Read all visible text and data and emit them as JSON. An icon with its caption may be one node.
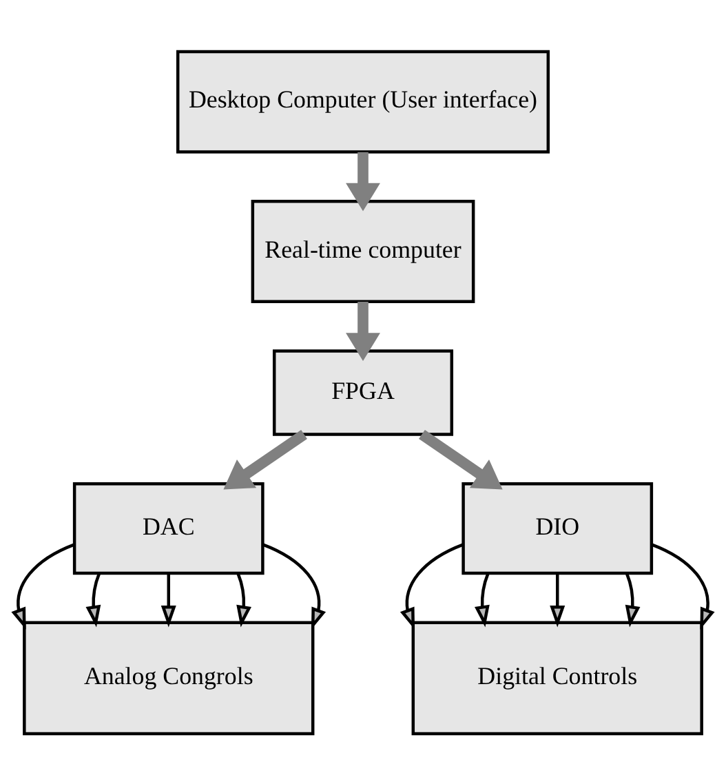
{
  "diagram": {
    "nodes": [
      {
        "text": [
          "Desktop Computer (User interface)"
        ]
      },
      {
        "text": [
          "Real-time computer"
        ]
      },
      {
        "text": [
          "FPGA"
        ]
      },
      {
        "text": [
          "DAC"
        ]
      },
      {
        "text": [
          "DIO"
        ]
      },
      {
        "text": [
          "Analog Congrols"
        ]
      },
      {
        "text": [
          "Digital Controls"
        ]
      }
    ],
    "edges": [
      {
        "from": 0,
        "to": 1,
        "arrow": "to",
        "style": "thick",
        "color": "#808080"
      },
      {
        "from": 1,
        "to": 2,
        "arrow": "to",
        "style": "thick",
        "color": "#808080"
      },
      {
        "from": 2,
        "to": 3,
        "arrow": "to",
        "style": "thick",
        "color": "#808080"
      },
      {
        "from": 2,
        "to": 4,
        "arrow": "to",
        "style": "thick",
        "color": "#808080"
      },
      {
        "from": 3,
        "to": 5,
        "arrow": "to"
      },
      {
        "from": 3,
        "to": 5,
        "arrow": "to"
      },
      {
        "from": 3,
        "to": 5,
        "arrow": "to"
      },
      {
        "from": 3,
        "to": 5,
        "arrow": "to"
      },
      {
        "from": 3,
        "to": 5,
        "arrow": "to"
      },
      {
        "from": 4,
        "to": 6,
        "arrow": "to"
      },
      {
        "from": 4,
        "to": 6,
        "arrow": "to"
      },
      {
        "from": 4,
        "to": 6,
        "arrow": "to"
      },
      {
        "from": 4,
        "to": 6,
        "arrow": "to"
      },
      {
        "from": 4,
        "to": 6,
        "arrow": "to"
      }
    ]
  }
}
